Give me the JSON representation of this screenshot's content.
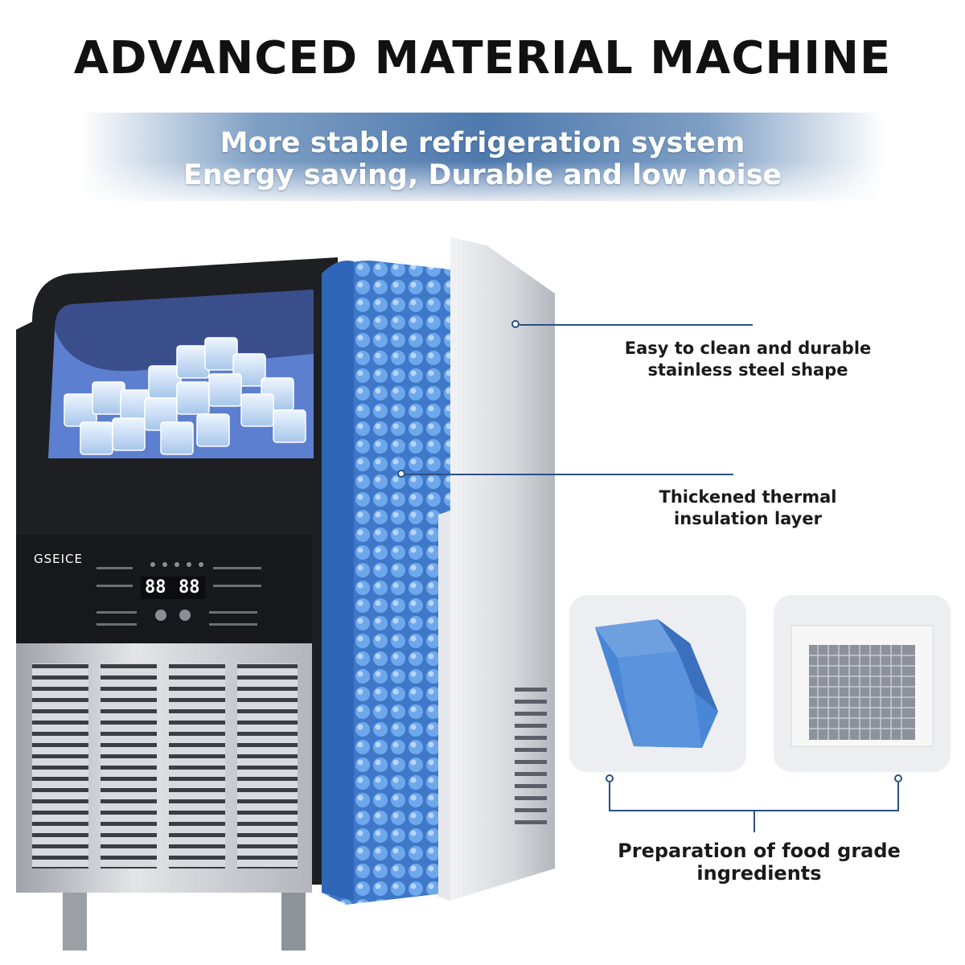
{
  "header": {
    "title": "ADVANCED MATERIAL MACHINE"
  },
  "banner": {
    "line1": "More stable refrigeration system",
    "line2": "Energy saving, Durable and low noise",
    "gradient_color": "#4e79ad"
  },
  "machine": {
    "brand": "GSEICE",
    "display_left": "88",
    "display_right": "88",
    "insulation_color": "#4a86d6",
    "steel_color": "#c9ccd1"
  },
  "callouts": {
    "steel_line1": "Easy to clean and durable",
    "steel_line2": "stainless steel shape",
    "insulation_line1": "Thickened thermal",
    "insulation_line2": "insulation layer",
    "food_grade": "Preparation of food grade ingredients"
  },
  "colors": {
    "accent": "#2b4f86"
  }
}
